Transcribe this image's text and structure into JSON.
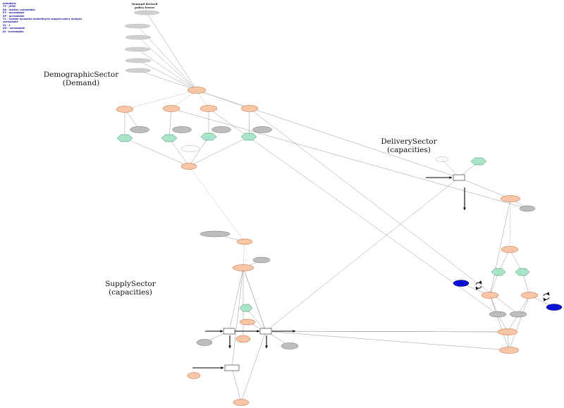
{
  "metadata_lines": [
    "metabolic",
    "TY - JOUR",
    "AU - Author, unreadable",
    "PY - unreadable",
    "SP - unreadable",
    "T1 - System dynamics modelling to support policy analysis",
    "unreadable",
    "VL - 1",
    "DO - unreadable",
    "JO - unreadable"
  ],
  "policy_levers_title": [
    "Demand derived",
    "policy levers"
  ],
  "sectors": {
    "demographic": [
      "DemographicSector",
      "(Demand)"
    ],
    "delivery": [
      "DeliverySector",
      "(capacities)"
    ],
    "supply": [
      "SupplySector",
      "(capacities)"
    ]
  },
  "colors": {
    "salmon_fill": "#f6c6a6",
    "salmon_stroke": "#c0602e",
    "gray_fill": "#bdbdbd",
    "mint_fill": "#a9e4c8",
    "mint_stroke": "#3b8a64",
    "blue_fill": "#0b12d6",
    "edge": "#8a8a8a",
    "metadata_text": "#1a1aa6"
  },
  "node_shapes": {
    "salmon": "ellipse",
    "gray": "ellipse",
    "mint": "hexagon",
    "blue": "ellipse",
    "stock": "rectangle",
    "cloud": "open ellipse",
    "loop": "circular-arrow-icon"
  }
}
